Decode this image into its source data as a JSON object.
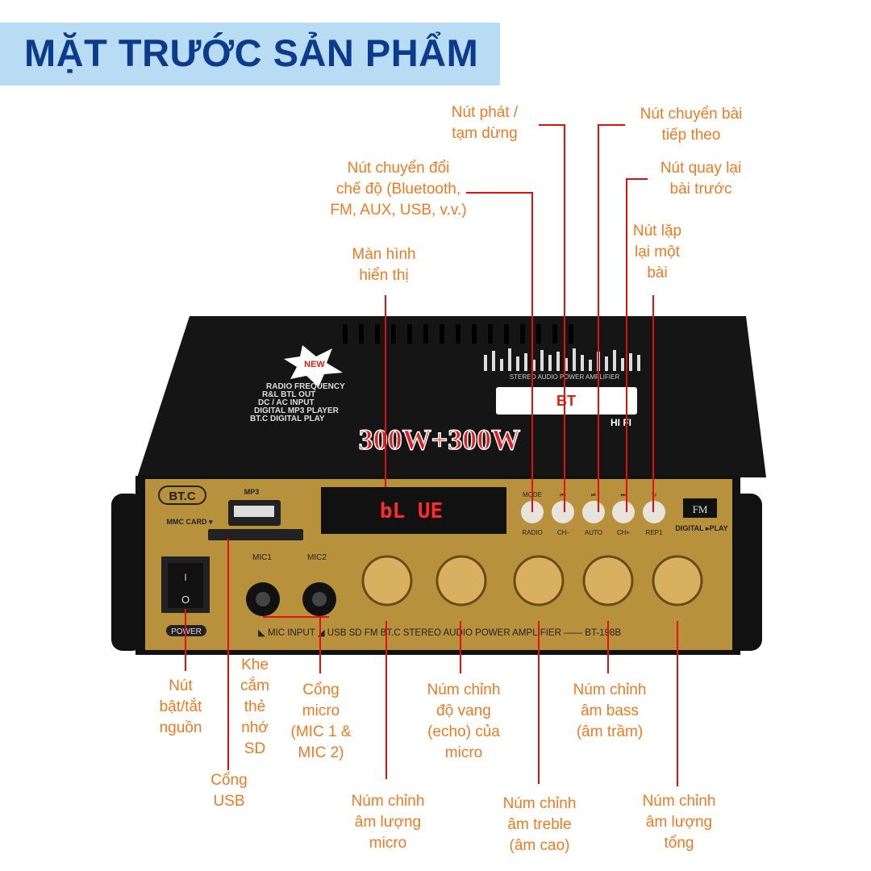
{
  "title": "MẶT TRƯỚC SẢN PHẨM",
  "colors": {
    "banner": "#b8dcf4",
    "title": "#0d3b8c",
    "label": "#f07a22",
    "leader": "#e01010",
    "faceplate": "#b8913c"
  },
  "labels": {
    "play_pause": "Nút phát /\ntạm dừng",
    "next": "Nút chuyển bài\ntiếp theo",
    "mode": "Nút chuyển đổi\nchế độ (Bluetooth,\nFM, AUX, USB, v.v.)",
    "prev": "Nút quay lại\nbài trước",
    "repeat": "Nút lặp\nlại một\nbài",
    "display": "Màn hình\nhiển thị",
    "power": "Nút\nbật/tắt\nnguồn",
    "sd": "Khe\ncắm\nthẻ\nnhớ\nSD",
    "usb": "Cổng\nUSB",
    "mic": "Cổng\nmicro\n(MIC 1 &\nMIC 2)",
    "echo": "Núm chỉnh\nđộ vang\n(echo) của\nmicro",
    "bass": "Núm chỉnh\nâm bass\n(âm trầm)",
    "mic_volume": "Núm chỉnh\nâm lượng\nmicro",
    "treble": "Núm chỉnh\nâm treble\n(âm cao)",
    "total_volume": "Núm chỉnh\nâm lượng\ntổng"
  },
  "device": {
    "brand": "BT.C",
    "mp3": "MP3",
    "mmc": "MMC CARD ▾",
    "display_text": "bL UE",
    "top_new": "NEW",
    "features": [
      "RADIO FREQUENCY",
      "R&L BTL OUT",
      "DC / AC INPUT",
      "DIGITAL MP3 PLAYER",
      "BT.C DIGITAL PLAY"
    ],
    "power_rating": "300W+300W",
    "eq_caption": "STEREO AUDIO POWER AMPLIFIER",
    "bt_badge": "BT",
    "hifi": "HI FI",
    "button_top": [
      "MODE",
      "⏮",
      "⏯",
      "⏭",
      "↻"
    ],
    "button_bottom": [
      "RADIO",
      "CH-",
      "AUTO",
      "CH+",
      "REP1"
    ],
    "fm": "FM",
    "digital_play": "DIGITAL\n▸PLAY",
    "mic1": "MIC1",
    "mic2": "MIC2",
    "power_label": "POWER",
    "switch_on": "I",
    "switch_off": "O",
    "bottom_strip": "◣ MIC INPUT ◢ USB SD FM BT.C STEREO AUDIO POWER AMPLIFIER —— BT-198B"
  }
}
